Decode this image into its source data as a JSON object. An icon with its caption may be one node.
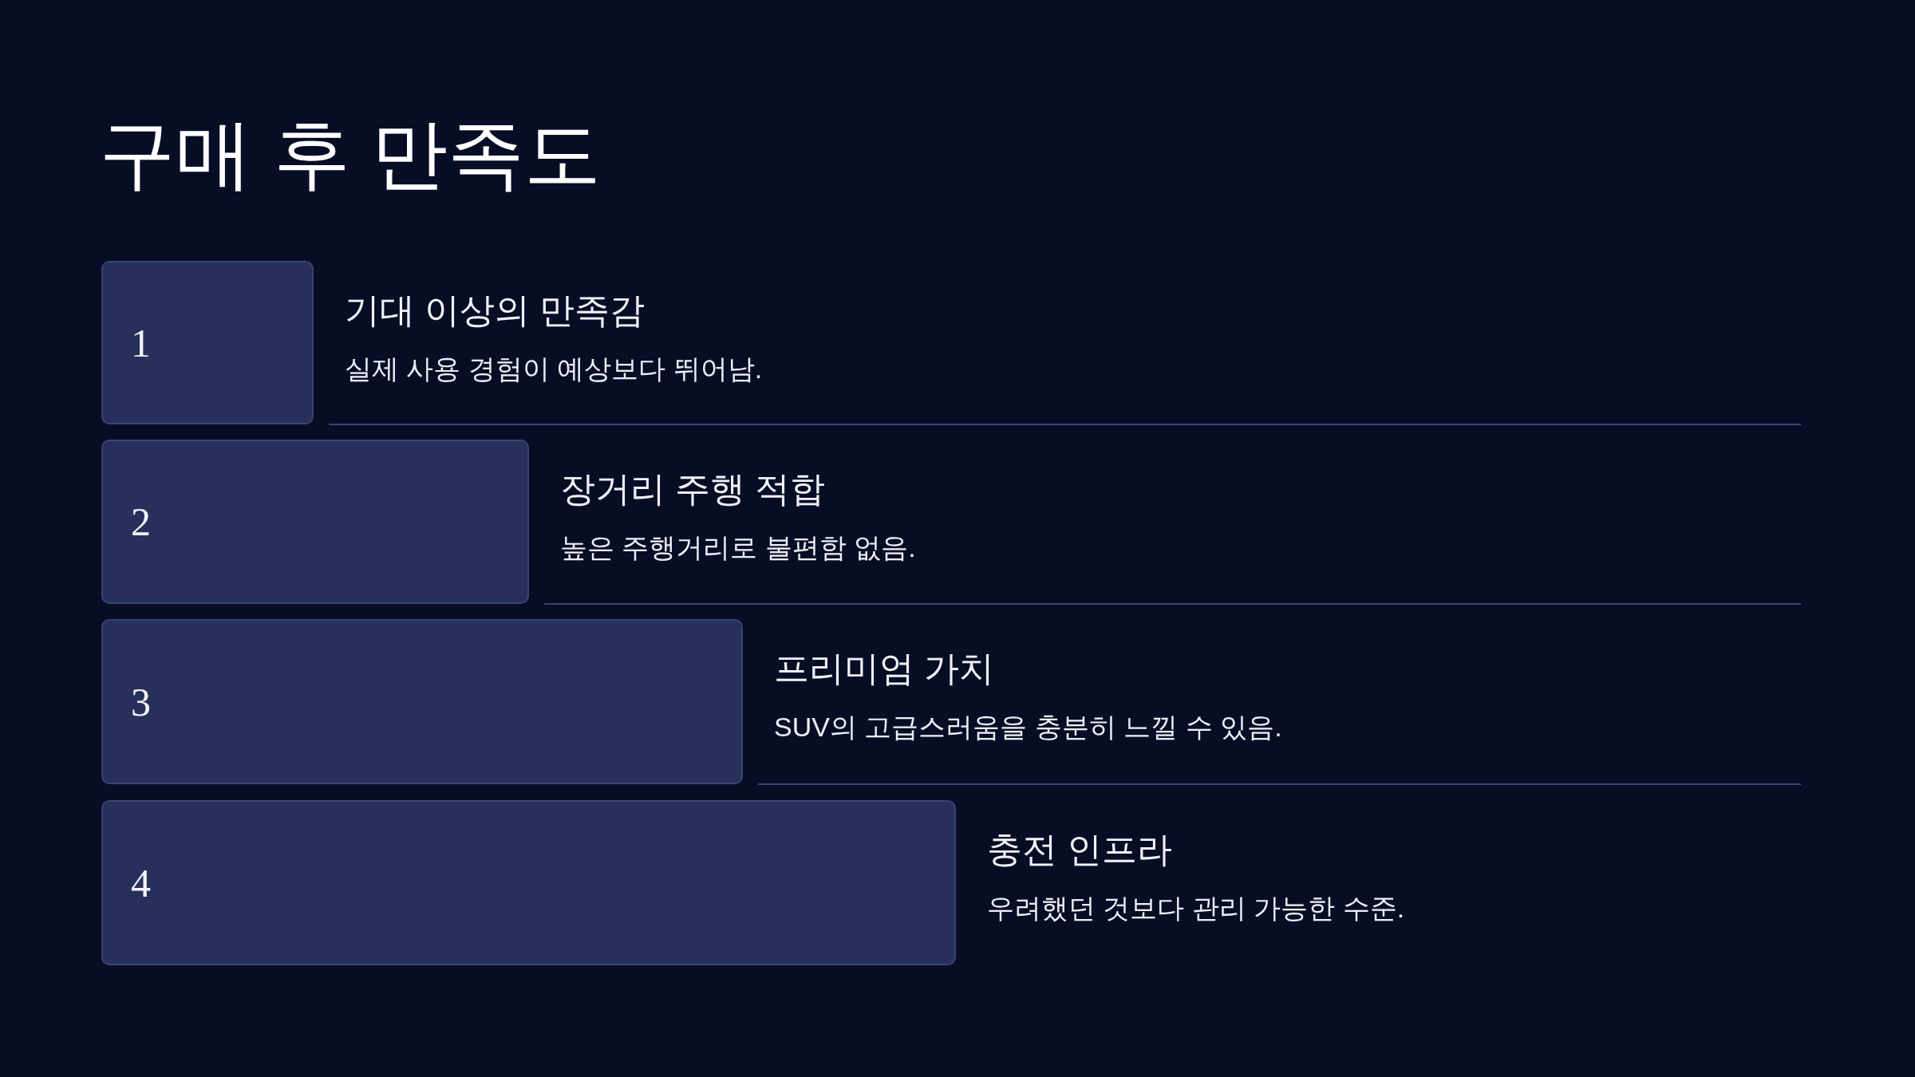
{
  "diagram": {
    "title": "구매 후 만족도",
    "nodes": [
      {
        "text": [
          "1"
        ],
        "beside": [
          "기대 이상의 만족감",
          "실제 사용 경험이 예상보다 뛰어남."
        ]
      },
      {
        "text": [
          "2"
        ],
        "beside": [
          "장거리 주행 적합",
          "높은 주행거리로 불편함 없음."
        ]
      },
      {
        "text": [
          "3"
        ],
        "beside": [
          "프리미엄 가치",
          "SUV의 고급스러움을 충분히 느낄 수 있음."
        ]
      },
      {
        "text": [
          "4"
        ],
        "beside": [
          "충전 인프라",
          "우려했던 것보다 관리 가능한 수준."
        ]
      }
    ]
  }
}
